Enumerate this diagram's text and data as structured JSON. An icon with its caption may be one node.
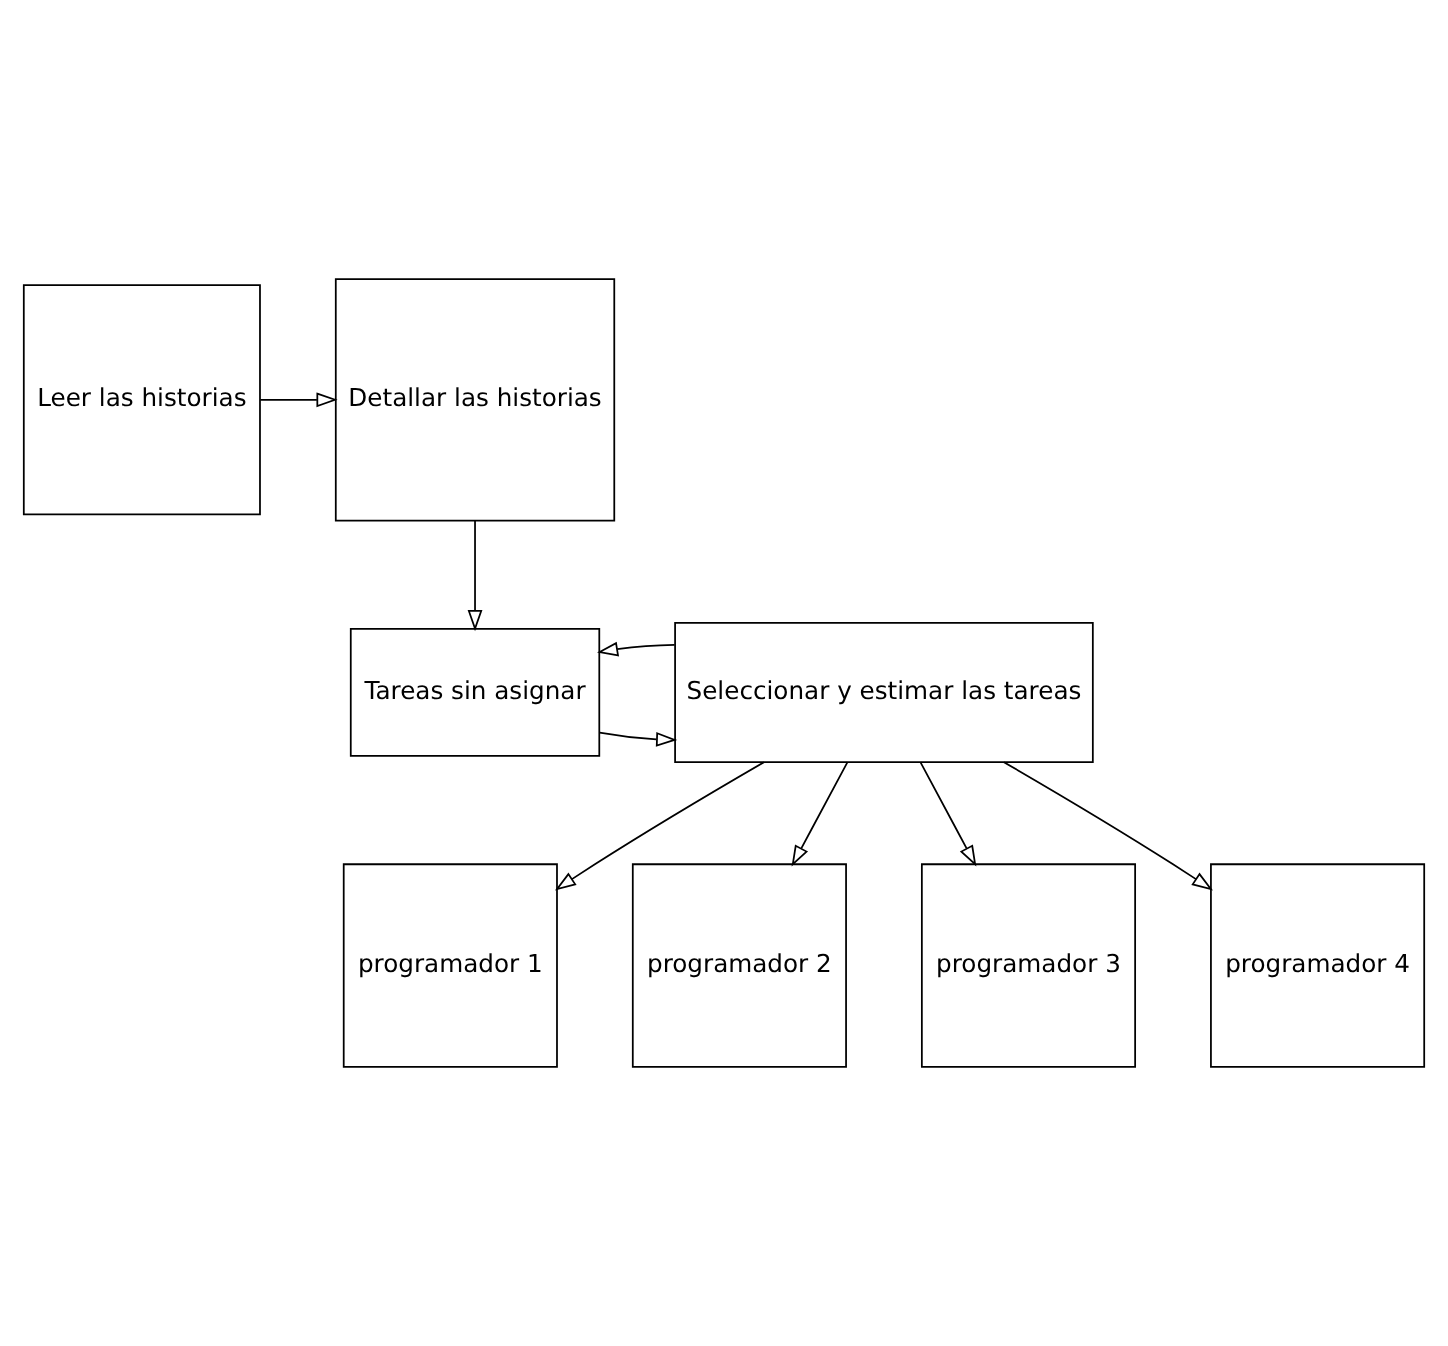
{
  "diagram": {
    "nodes": [
      {
        "text": [
          "Leer las historias"
        ]
      },
      {
        "text": [
          "Detallar las historias"
        ]
      },
      {
        "text": [
          "Tareas sin asignar"
        ]
      },
      {
        "text": [
          "Seleccionar y estimar las tareas"
        ]
      },
      {
        "text": [
          "programador 1"
        ]
      },
      {
        "text": [
          "programador 2"
        ]
      },
      {
        "text": [
          "programador 3"
        ]
      },
      {
        "text": [
          "programador 4"
        ]
      }
    ],
    "edges": [
      {
        "from": 0,
        "to": 1,
        "arrow": "to"
      },
      {
        "from": 1,
        "to": 2,
        "arrow": "to"
      },
      {
        "from": 2,
        "to": 3,
        "arrow": "to"
      },
      {
        "from": 3,
        "to": 2,
        "arrow": "to"
      },
      {
        "from": 3,
        "to": 4,
        "arrow": "to"
      },
      {
        "from": 3,
        "to": 5,
        "arrow": "to"
      },
      {
        "from": 3,
        "to": 6,
        "arrow": "to"
      },
      {
        "from": 3,
        "to": 7,
        "arrow": "to"
      }
    ]
  }
}
